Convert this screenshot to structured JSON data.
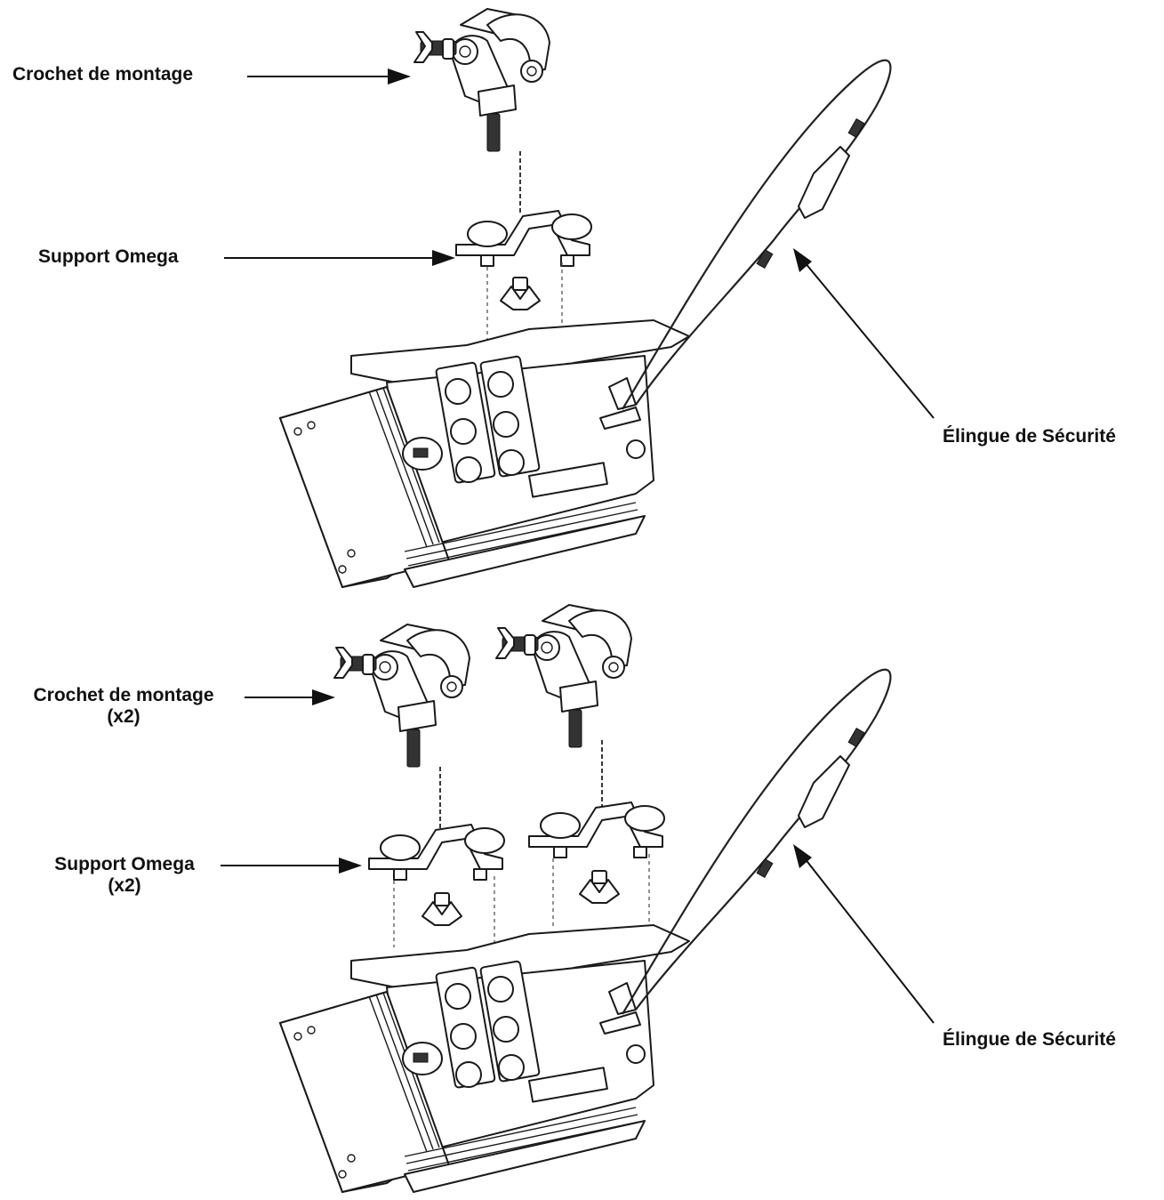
{
  "top": {
    "hook_label": "Crochet de montage",
    "bracket_label": "Support Omega",
    "cable_label": "Élingue de Sécurité"
  },
  "bottom": {
    "hook_label_line1": "Crochet de montage",
    "hook_label_line2": "(x2)",
    "bracket_label_line1": "Support Omega",
    "bracket_label_line2": "(x2)",
    "cable_label": "Élingue de Sécurité"
  },
  "colors": {
    "line": "#1a1a1a",
    "text": "#111111",
    "background": "#ffffff"
  }
}
